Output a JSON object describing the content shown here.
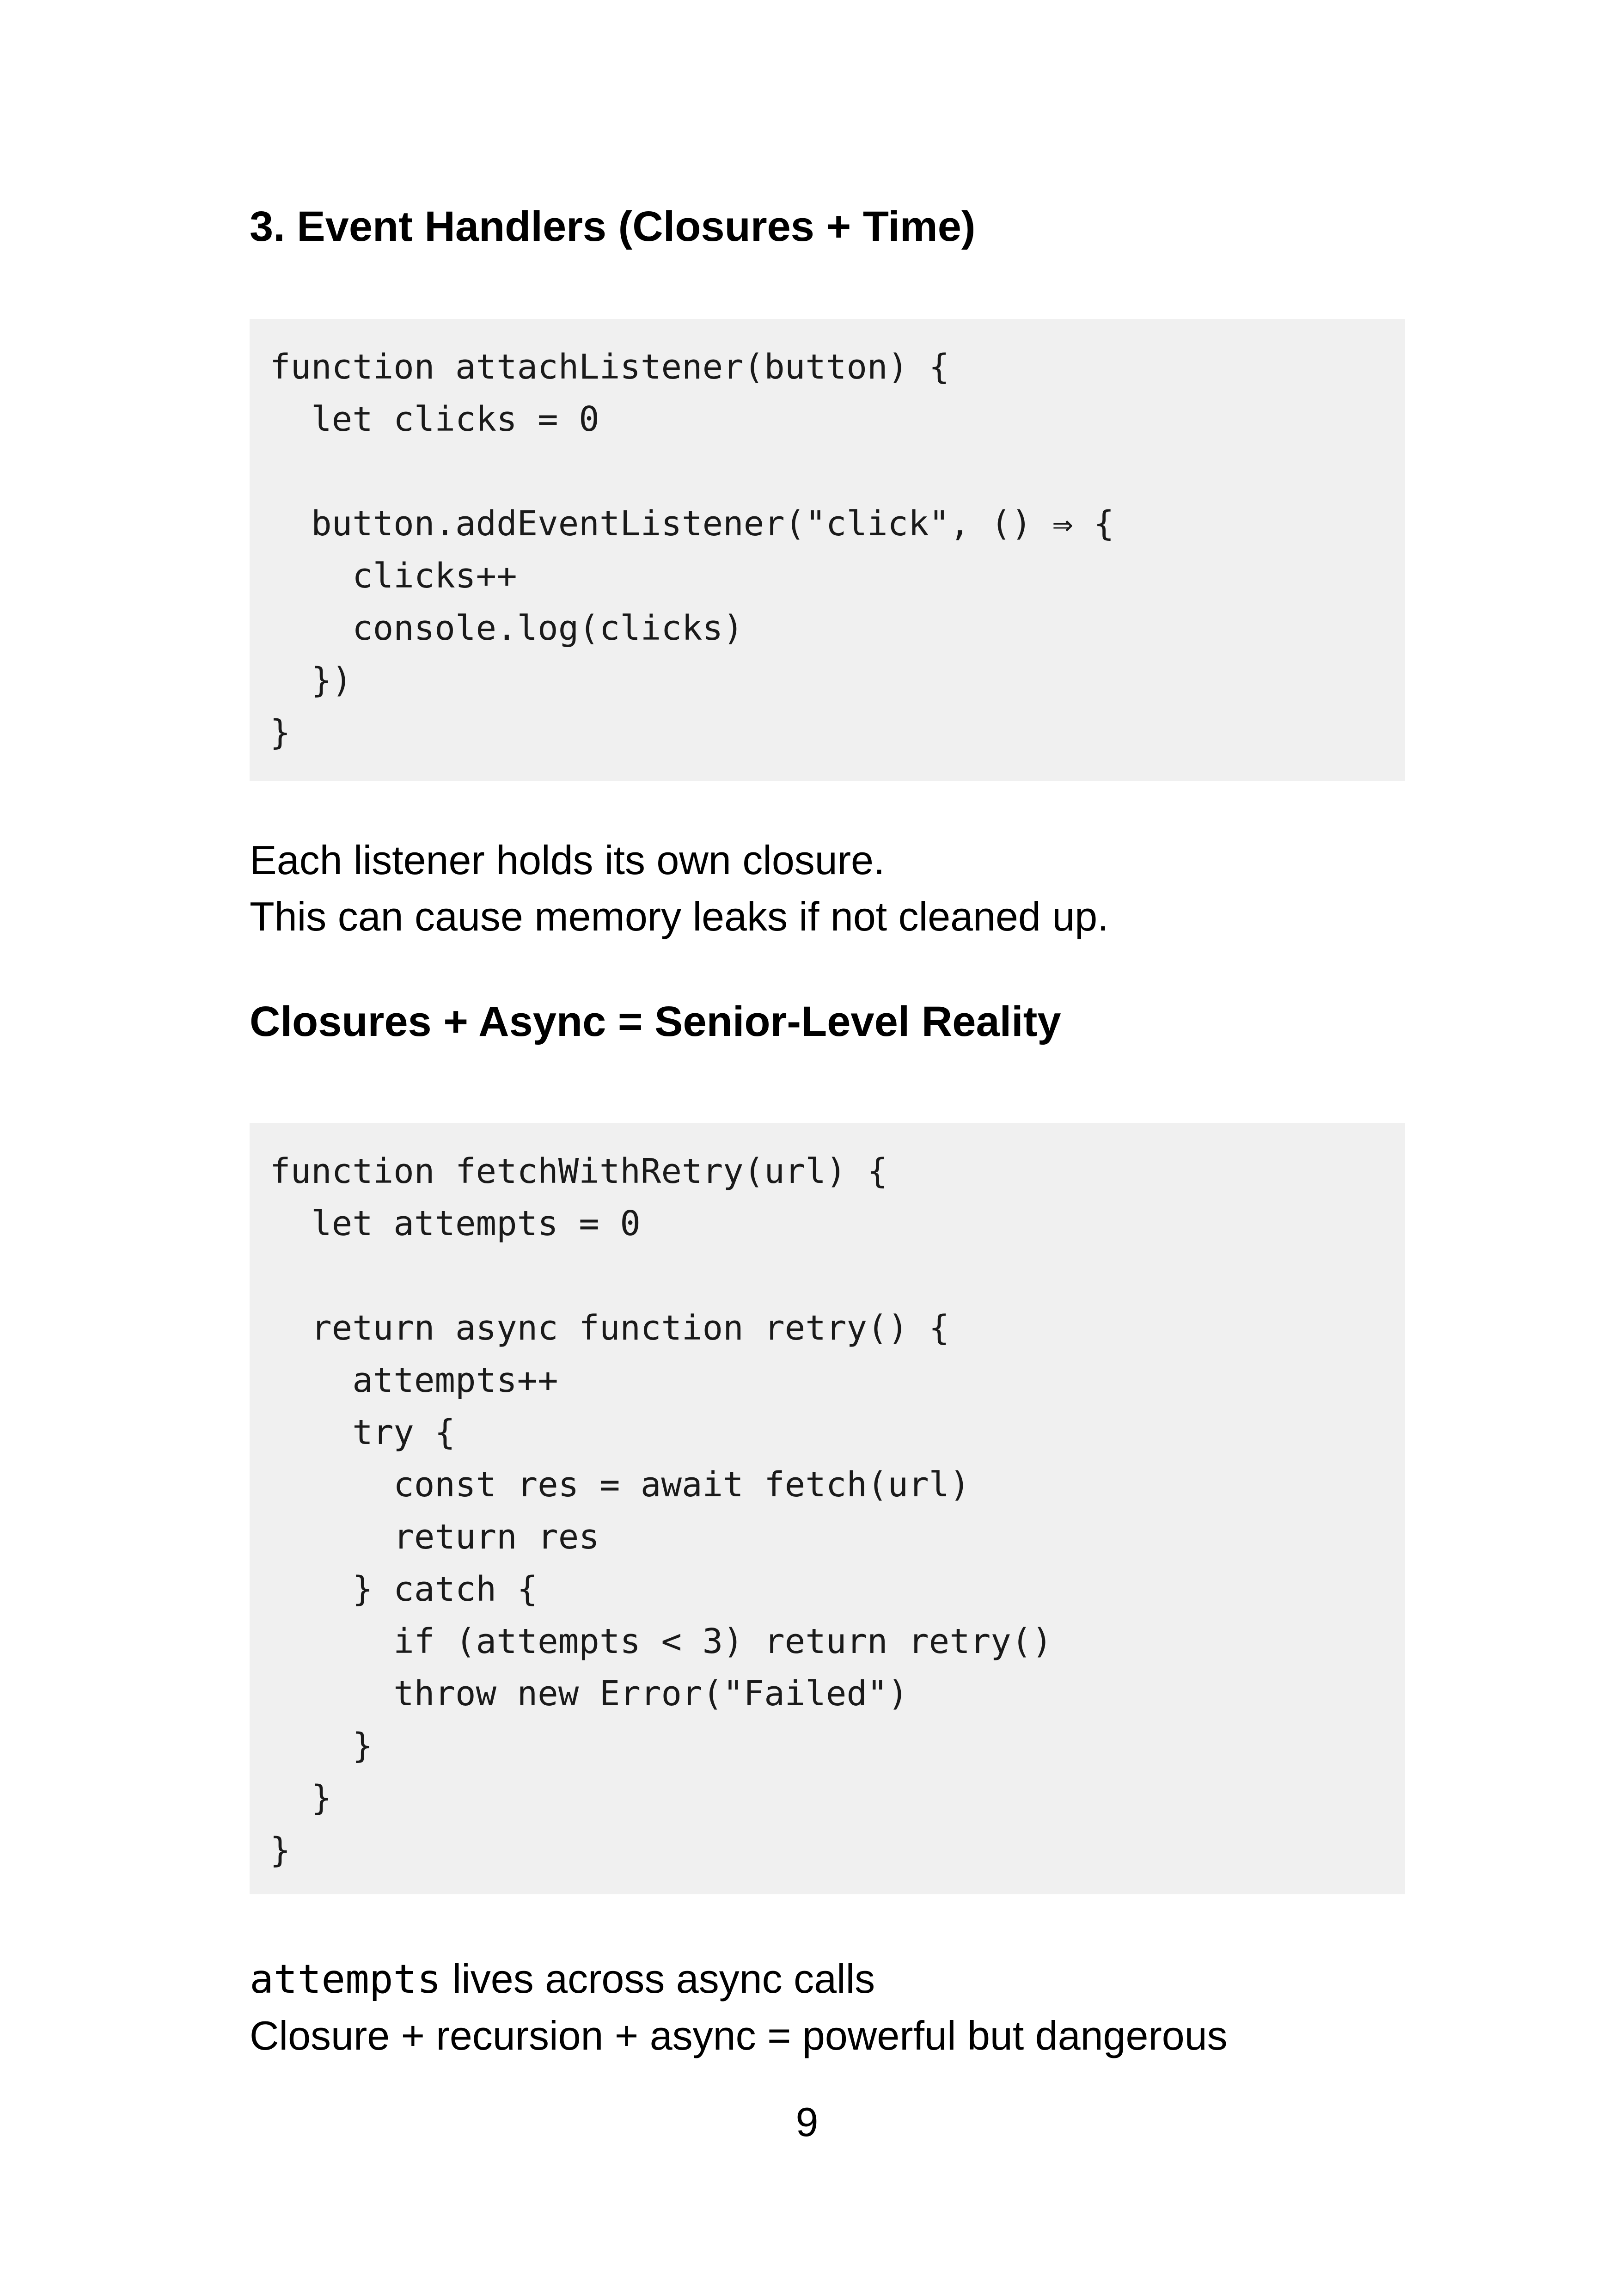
{
  "section1": {
    "heading": "3. Event Handlers (Closures + Time)",
    "code": [
      "function attachListener(button) {",
      "  let clicks = 0",
      "",
      "  button.addEventListener(\"click\", () ⇒ {",
      "    clicks++",
      "    console.log(clicks)",
      "  })",
      "}"
    ],
    "paragraph": [
      "Each listener holds its own closure.",
      "This can cause memory leaks if not cleaned up."
    ]
  },
  "section2": {
    "heading": "Closures + Async = Senior-Level Reality",
    "code": [
      "function fetchWithRetry(url) {",
      "  let attempts = 0",
      "",
      "  return async function retry() {",
      "    attempts++",
      "    try {",
      "      const res = await fetch(url)",
      "      return res",
      "    } catch {",
      "      if (attempts < 3) return retry()",
      "      throw new Error(\"Failed\")",
      "    }",
      "  }",
      "}"
    ],
    "note_code": "attempts",
    "note_text": " lives across async calls",
    "summary": "Closure + recursion + async = powerful but dangerous"
  },
  "page_number": "9"
}
